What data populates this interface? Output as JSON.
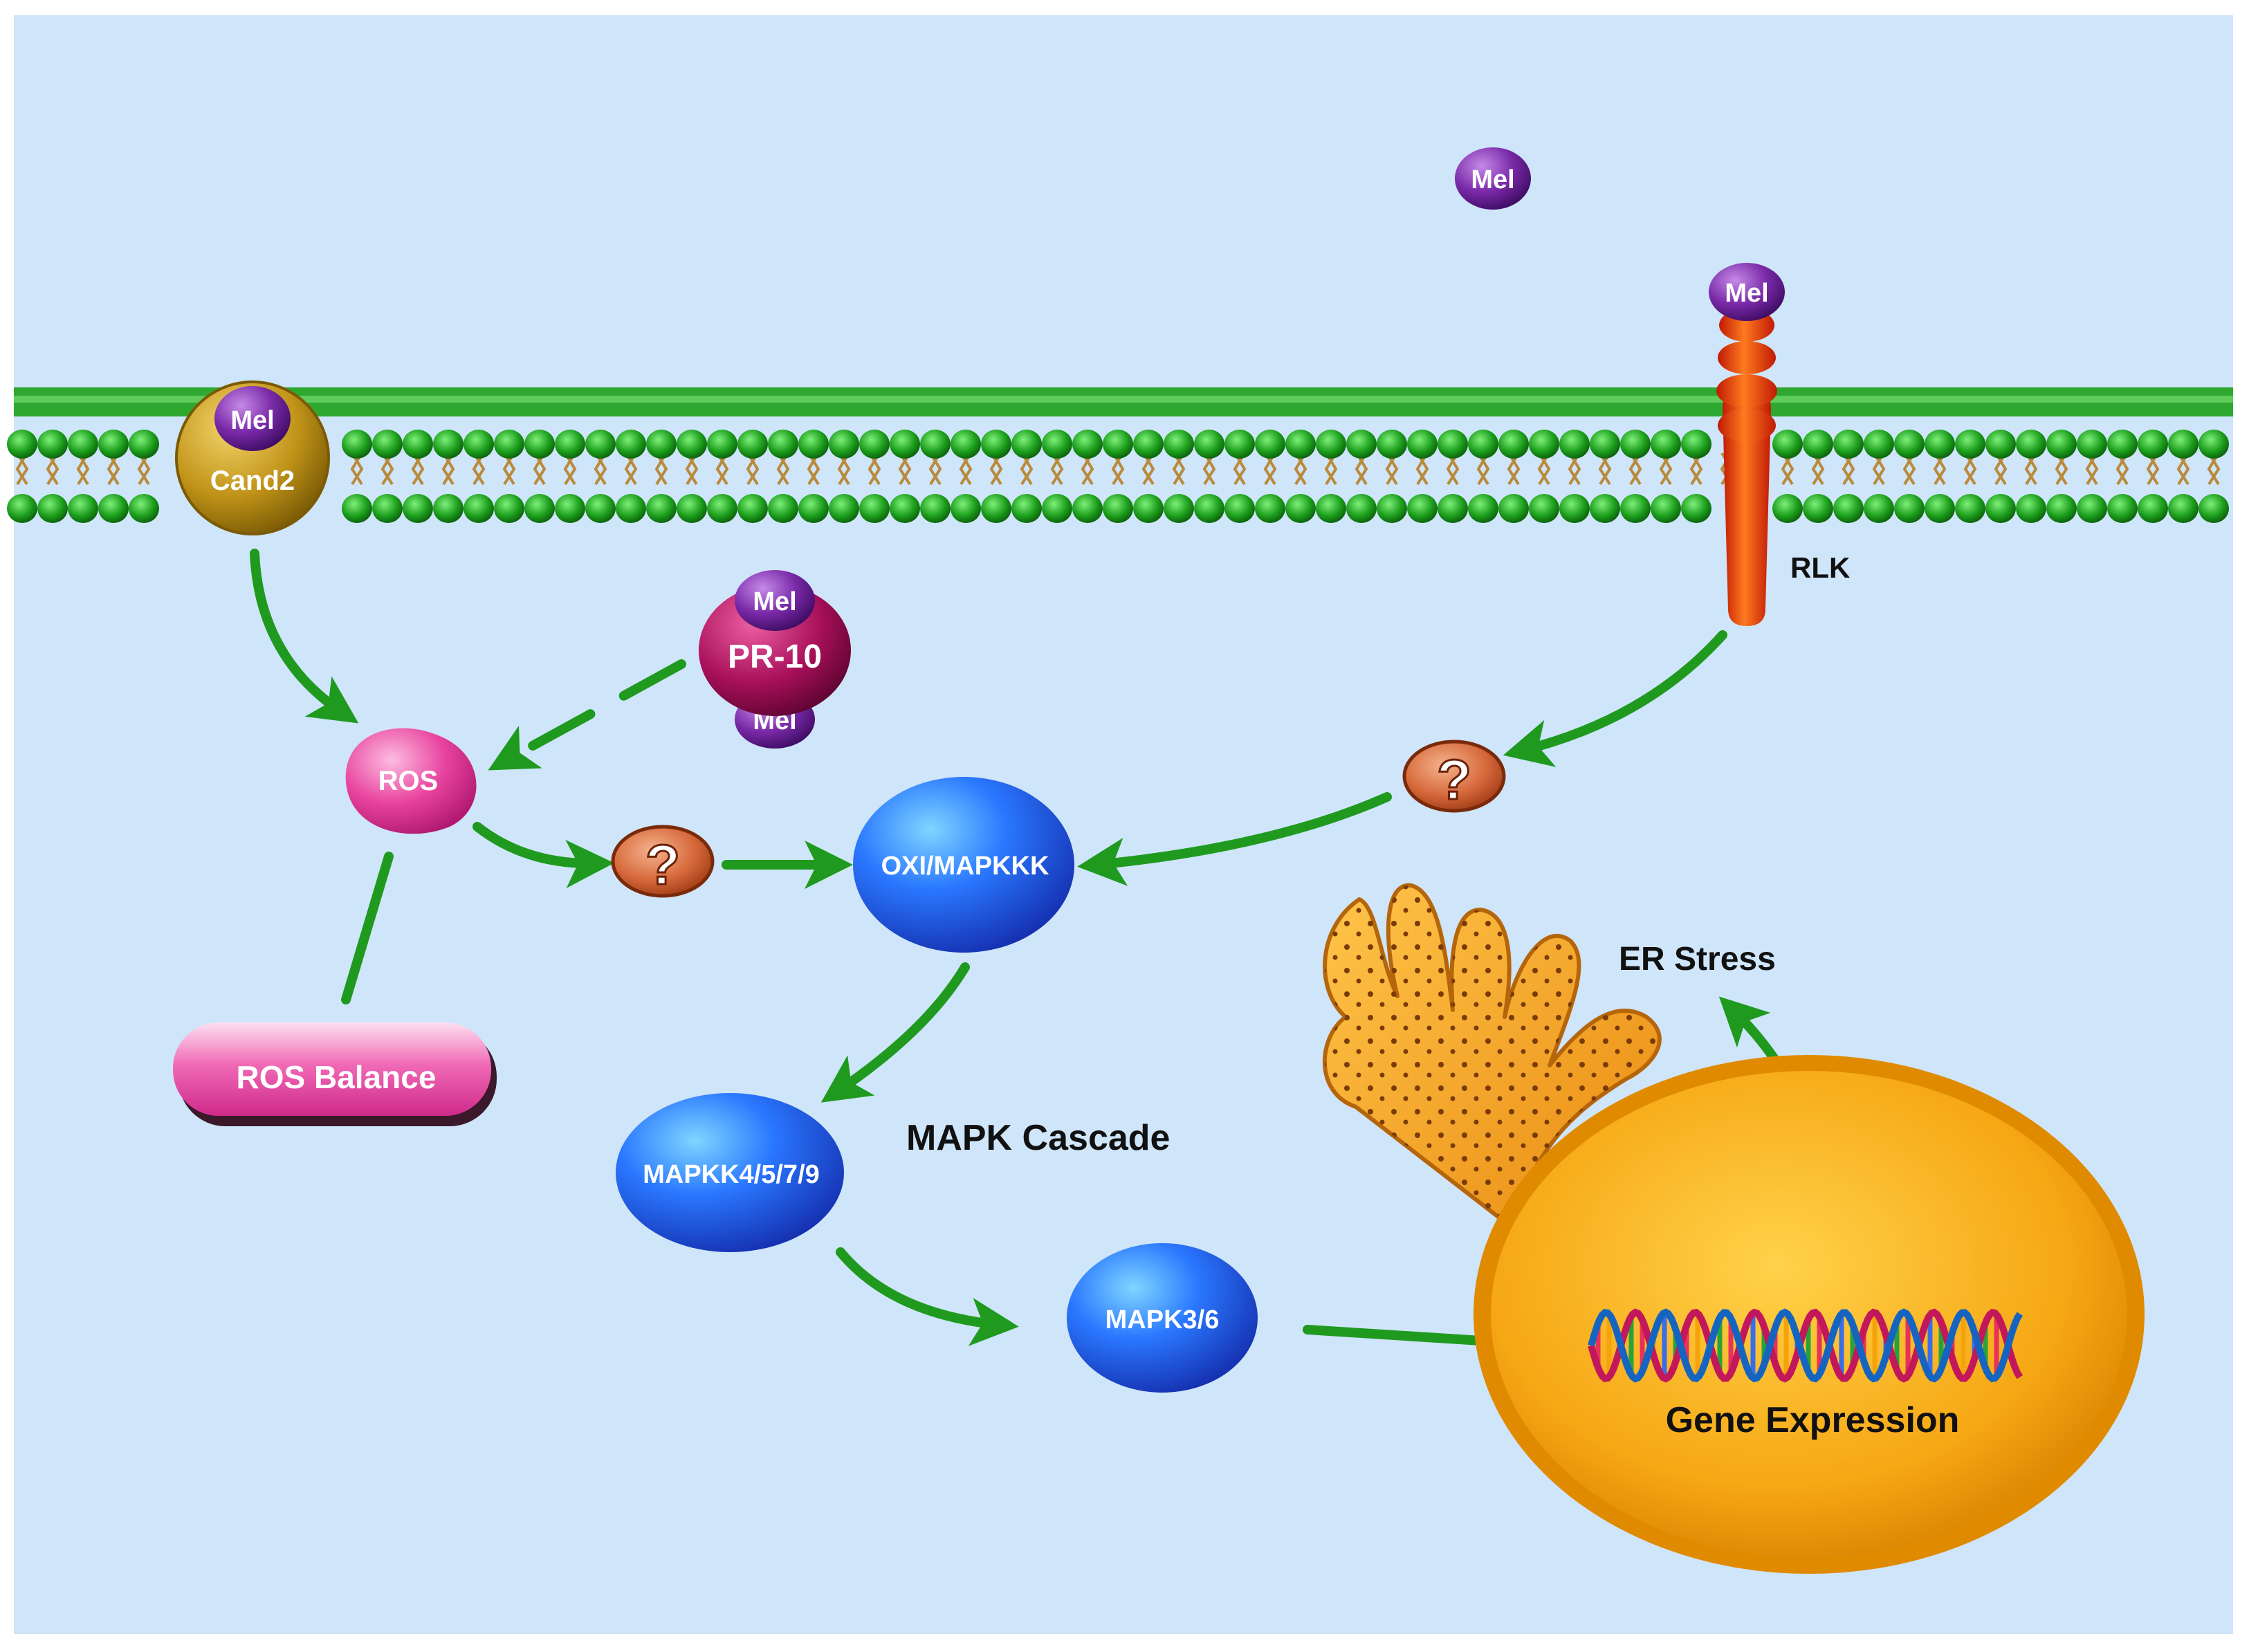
{
  "labels": {
    "mel": "Mel",
    "cand2": "Cand2",
    "pr10": "PR-10",
    "rlk": "RLK",
    "ros": "ROS",
    "ros_balance": "ROS Balance",
    "unknown": "?",
    "oxi": "OXI/MAPKKK",
    "mapkk": "MAPKK4/5/7/9",
    "mapk": "MAPK3/6",
    "cascade": "MAPK Cascade",
    "er_stress": "ER Stress",
    "gene_expression": "Gene Expression"
  },
  "colors": {
    "background": "#cfe5fa",
    "membrane_green": "#1f9e1f",
    "arrow_green": "#1f9a1f",
    "mel_purple": "#7a2aa8",
    "cand2_gold": "#c9a020",
    "pr10_magenta": "#b0125f",
    "rlk_red": "#e5411c",
    "ros_pink": "#e8439e",
    "unknown_orange": "#d76a3c",
    "kinase_blue": "#1e5ee8",
    "er_orange": "#f3a224",
    "nucleus_orange": "#f4a516"
  }
}
